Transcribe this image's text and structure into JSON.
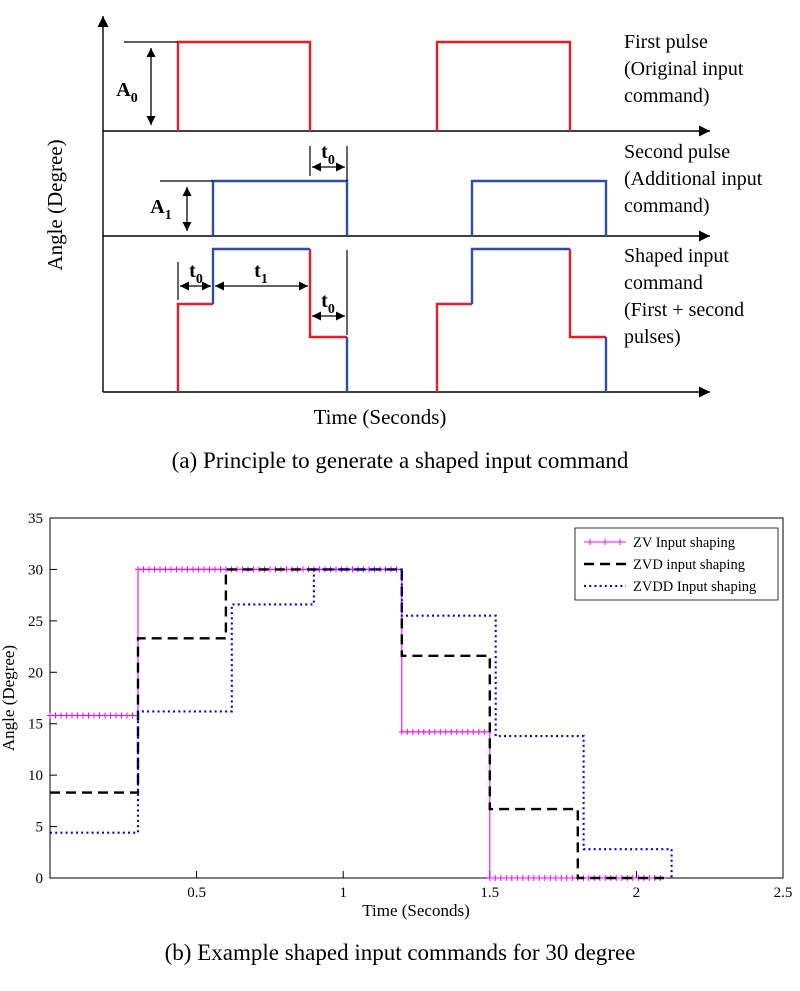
{
  "panel_a": {
    "caption": "(a) Principle to generate a shaped input command",
    "y_axis_label": "Angle (Degree)",
    "x_axis_label": "Time (Seconds)",
    "colors": {
      "first_pulse": "#ed1c24",
      "second_pulse": "#2e4ea4",
      "axis": "#000000"
    },
    "row_labels": [
      {
        "lines": [
          "First pulse",
          "(Original input",
          "command)"
        ]
      },
      {
        "lines": [
          "Second pulse",
          "(Additional input",
          "command)"
        ]
      },
      {
        "lines": [
          "Shaped input",
          "command",
          "(First + second",
          "pulses)"
        ]
      }
    ],
    "annotations": {
      "A_base": "A",
      "A0_sub": "0",
      "A1_sub": "1",
      "t_base": "t",
      "t0_sub": "0",
      "t1_sub": "1"
    }
  },
  "panel_b": {
    "caption": "(b) Example shaped input commands for 30 degree"
  },
  "chart_data": {
    "type": "line",
    "title": "",
    "xlabel": "Time (Seconds)",
    "ylabel": "Angle (Degree)",
    "xlim": [
      0,
      2.5
    ],
    "ylim": [
      0,
      35
    ],
    "xticks": [
      0.5,
      1,
      1.5,
      2,
      2.5
    ],
    "xtick_labels": [
      "0.5",
      "1",
      "1.5",
      "2",
      "2.5"
    ],
    "yticks": [
      0,
      5,
      10,
      15,
      20,
      25,
      30,
      35
    ],
    "ytick_labels": [
      "0",
      "5",
      "10",
      "15",
      "20",
      "25",
      "30",
      "35"
    ],
    "grid": false,
    "legend_position": "top-right",
    "series": [
      {
        "id": "zv",
        "name": "ZV Input shaping",
        "color": "#ff00ff",
        "style": "solid-plus",
        "points": [
          [
            0,
            15.8
          ],
          [
            0.3,
            15.8
          ],
          [
            0.3,
            30
          ],
          [
            1.2,
            30
          ],
          [
            1.2,
            14.2
          ],
          [
            1.5,
            14.2
          ],
          [
            1.5,
            0
          ],
          [
            2.1,
            0
          ]
        ]
      },
      {
        "id": "zvd",
        "name": "ZVD input shaping",
        "color": "#000000",
        "style": "dashed",
        "points": [
          [
            0,
            8.3
          ],
          [
            0.3,
            8.3
          ],
          [
            0.3,
            23.3
          ],
          [
            0.6,
            23.3
          ],
          [
            0.6,
            30
          ],
          [
            1.2,
            30
          ],
          [
            1.2,
            21.6
          ],
          [
            1.5,
            21.6
          ],
          [
            1.5,
            6.7
          ],
          [
            1.8,
            6.7
          ],
          [
            1.8,
            0
          ],
          [
            2.1,
            0
          ]
        ]
      },
      {
        "id": "zvdd",
        "name": "ZVDD Input shaping",
        "color": "#0000dd",
        "style": "dotted",
        "points": [
          [
            0,
            4.4
          ],
          [
            0.3,
            4.4
          ],
          [
            0.3,
            16.2
          ],
          [
            0.62,
            16.2
          ],
          [
            0.62,
            26.6
          ],
          [
            0.9,
            26.6
          ],
          [
            0.9,
            30
          ],
          [
            1.2,
            30
          ],
          [
            1.2,
            25.5
          ],
          [
            1.52,
            25.5
          ],
          [
            1.52,
            13.8
          ],
          [
            1.82,
            13.8
          ],
          [
            1.82,
            2.8
          ],
          [
            2.12,
            2.8
          ],
          [
            2.12,
            0
          ]
        ]
      }
    ]
  }
}
